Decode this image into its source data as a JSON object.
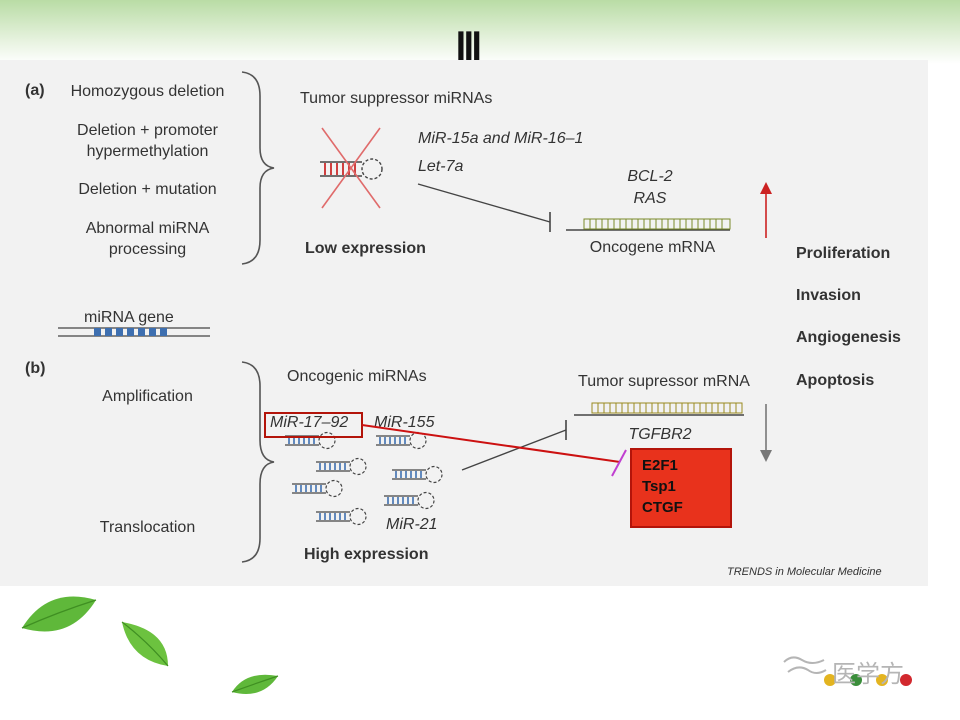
{
  "slide": {
    "title": "Ⅲ"
  },
  "panel_a": {
    "label": "(a)",
    "mechanisms": [
      "Homozygous deletion",
      "Deletion + promoter",
      "hypermethylation",
      "Deletion + mutation",
      "Abnormal miRNA",
      "processing"
    ],
    "heading": "Tumor suppressor miRNAs",
    "mirnas": [
      "MiR-15a and MiR-16–1",
      "Let-7a"
    ],
    "targets": [
      "BCL-2",
      "RAS"
    ],
    "mrna_label": "Oncogene mRNA",
    "expression": "Low expression"
  },
  "legend_gene": "miRNA gene",
  "outcomes": [
    "Proliferation",
    "Invasion",
    "Angiogenesis",
    "Apoptosis"
  ],
  "panel_b": {
    "label": "(b)",
    "mechanisms": [
      "Amplification",
      "Translocation"
    ],
    "heading": "Oncogenic miRNAs",
    "mirnas": [
      "MiR-17–92",
      "MiR-155",
      "MiR-21"
    ],
    "mrna_label": "Tumor supressor mRNA",
    "target": "TGFBR2",
    "expression": "High expression"
  },
  "highlight": {
    "items": [
      "E2F1",
      "Tsp1",
      "CTGF"
    ],
    "border_color": "#b3140a",
    "fill_color": "#e8321c",
    "line_color": "#cc1111"
  },
  "credit": "TRENDS in Molecular Medicine",
  "watermark": {
    "text": "医学方"
  }
}
